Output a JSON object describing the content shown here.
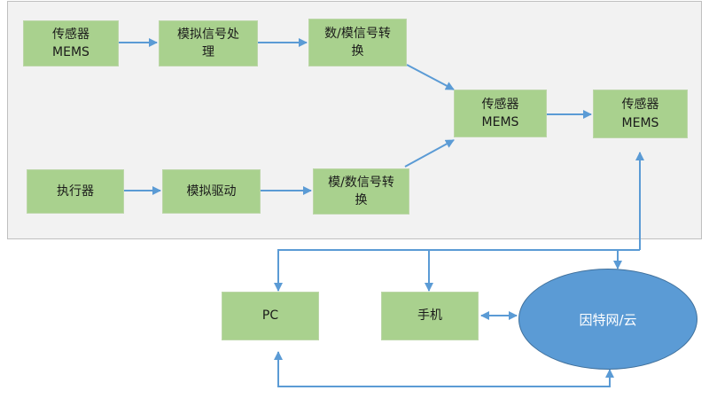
{
  "panel": {
    "fill": "#f2f2f2",
    "border": "#bfbfbf"
  },
  "colors": {
    "box_fill": "#a9d18e",
    "ellipse_fill": "#5b9bd5",
    "arrow": "#5b9bd5"
  },
  "nodes": {
    "sensor": {
      "line1": "传感器",
      "line2": "MEMS"
    },
    "analog_proc": {
      "line1": "模拟信号处",
      "line2": "理"
    },
    "dac": {
      "line1": "数/模信号转",
      "line2": "换"
    },
    "actuator": {
      "line1": "执行器"
    },
    "analog_drive": {
      "line1": "模拟驱动"
    },
    "adc": {
      "line1": "模/数信号转",
      "line2": "换"
    },
    "mems_mid": {
      "line1": "传感器",
      "line2": "MEMS"
    },
    "mems_right": {
      "line1": "传感器",
      "line2": "MEMS"
    },
    "pc": {
      "line1": "PC"
    },
    "phone": {
      "line1": "手机"
    },
    "cloud": {
      "line1": "因特网/云"
    }
  }
}
